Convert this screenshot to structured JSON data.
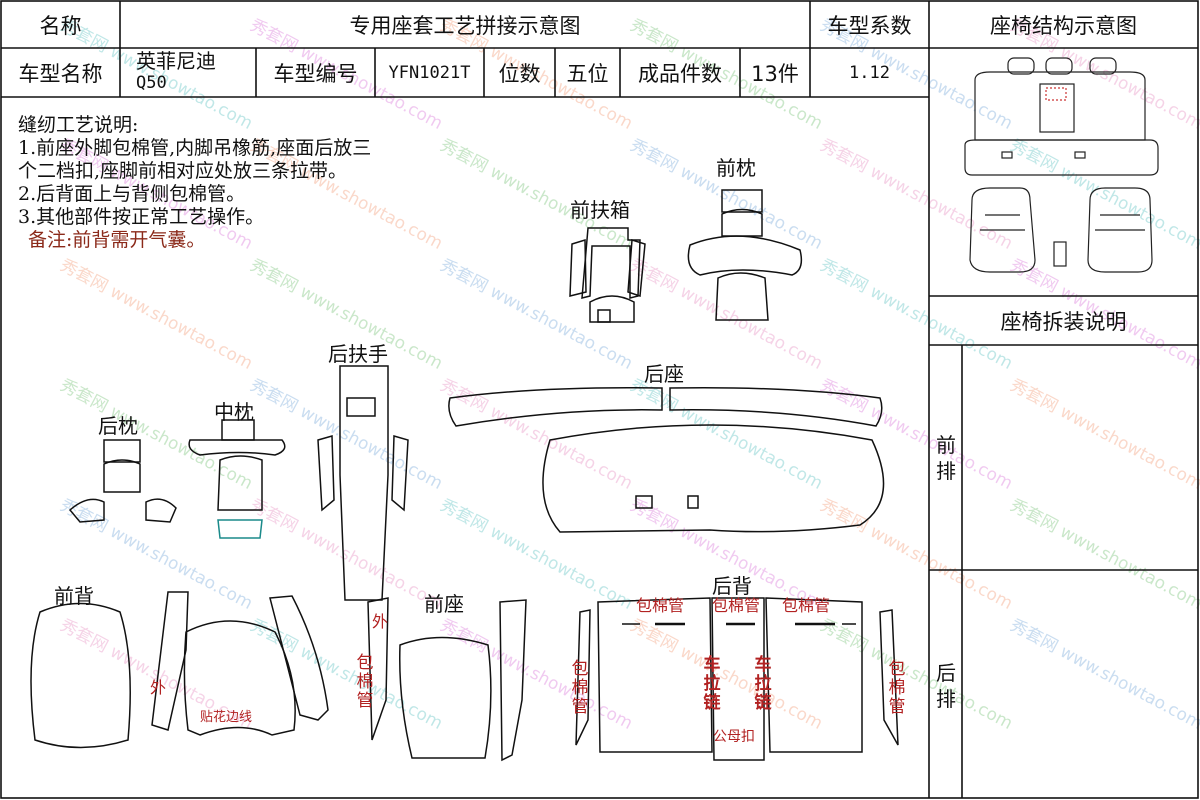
{
  "header": {
    "name_label": "名称",
    "title": "专用座套工艺拼接示意图",
    "coef_label": "车型系数",
    "structure_title": "座椅结构示意图"
  },
  "info": {
    "model_label": "车型名称",
    "model_value_line1": "英菲尼迪",
    "model_value_line2": "Q50",
    "code_label": "车型编号",
    "code_value": "YFN1021T",
    "seats_label": "位数",
    "seats_value": "五位",
    "pieces_label": "成品件数",
    "pieces_value": "13件",
    "coef_value": "1.12"
  },
  "notes": {
    "heading": "缝纫工艺说明:",
    "line1a": "1.前座外脚包棉管,内脚吊橡筋,座面后放三",
    "line1b": "个二档扣,座脚前相对应处放三条拉带。",
    "line2": "2.后背面上与背侧包棉管。",
    "line3": "3.其他部件按正常工艺操作。",
    "remark": "备注:前背需开气囊。"
  },
  "right_panel": {
    "disassembly_title": "座椅拆装说明",
    "front_row": "前排",
    "rear_row": "后排"
  },
  "parts": {
    "front_armrest": "前扶箱",
    "front_headrest": "前枕",
    "rear_armrest": "后扶手",
    "rear_seat": "后座",
    "rear_headrest": "后枕",
    "middle_headrest": "中枕",
    "front_back": "前背",
    "front_seat": "前座",
    "rear_back": "后背"
  },
  "annotations": {
    "outer": "外",
    "outer2": "外",
    "applique": "贴花边线",
    "foam_tube": "包棉管",
    "zipper": "车拉链",
    "zipper_mother": "公母扣"
  },
  "watermark": {
    "cn": "秀套网",
    "url": "www.showtao.com"
  }
}
